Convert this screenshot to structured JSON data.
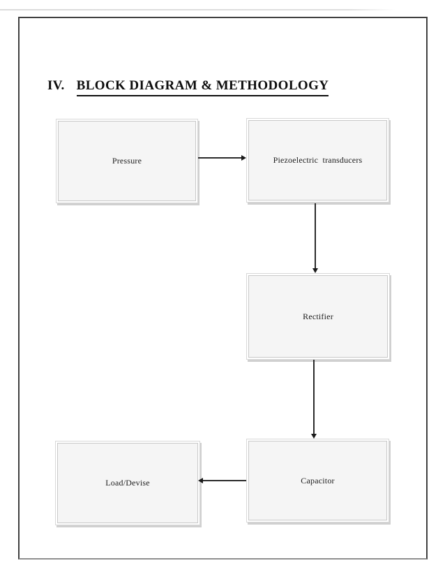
{
  "document": {
    "section_number": "IV.",
    "section_title": "BLOCK DIAGRAM & METHODOLOGY"
  },
  "diagram": {
    "nodes": [
      {
        "id": "pressure",
        "label": "Pressure"
      },
      {
        "id": "piezoelectric-transducers",
        "label": "Piezoelectric  transducers"
      },
      {
        "id": "rectifier",
        "label": "Rectifier"
      },
      {
        "id": "load-devise",
        "label": "Load/Devise"
      },
      {
        "id": "capacitor",
        "label": "Capacitor"
      }
    ],
    "edges": [
      {
        "from": "Pressure",
        "to": "Piezoelectric transducers",
        "direction": "right"
      },
      {
        "from": "Piezoelectric transducers",
        "to": "Rectifier",
        "direction": "down"
      },
      {
        "from": "Rectifier",
        "to": "Capacitor",
        "direction": "down"
      },
      {
        "from": "Capacitor",
        "to": "Load/Devise",
        "direction": "left"
      }
    ]
  },
  "colors": {
    "box_fill": "#f5f5f5",
    "box_border": "#c9c9c9",
    "arrow": "#1a1a1a",
    "page_border": "#404040",
    "page_border_bottom": "#8f8f8f",
    "prev_page_edge": "#dddddd"
  }
}
